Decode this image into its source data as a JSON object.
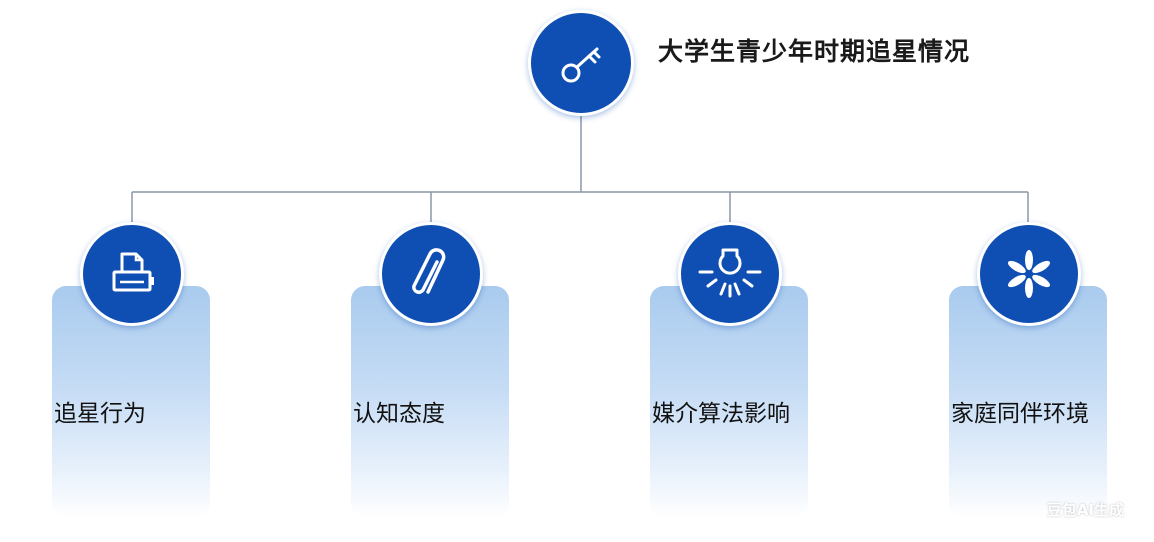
{
  "root": {
    "title": "大学生青少年时期追星情况",
    "icon": "key-icon"
  },
  "children": [
    {
      "label": "追星行为",
      "icon": "printer-icon"
    },
    {
      "label": "认知态度",
      "icon": "paperclip-icon"
    },
    {
      "label": "媒介算法影响",
      "icon": "lightbulb-icon"
    },
    {
      "label": "家庭同伴环境",
      "icon": "asterisk-icon"
    }
  ],
  "colors": {
    "node": "#0f4fb3",
    "card_top": "#a9cbee",
    "connector": "#8a97a8"
  },
  "watermark": "豆包AI生成"
}
